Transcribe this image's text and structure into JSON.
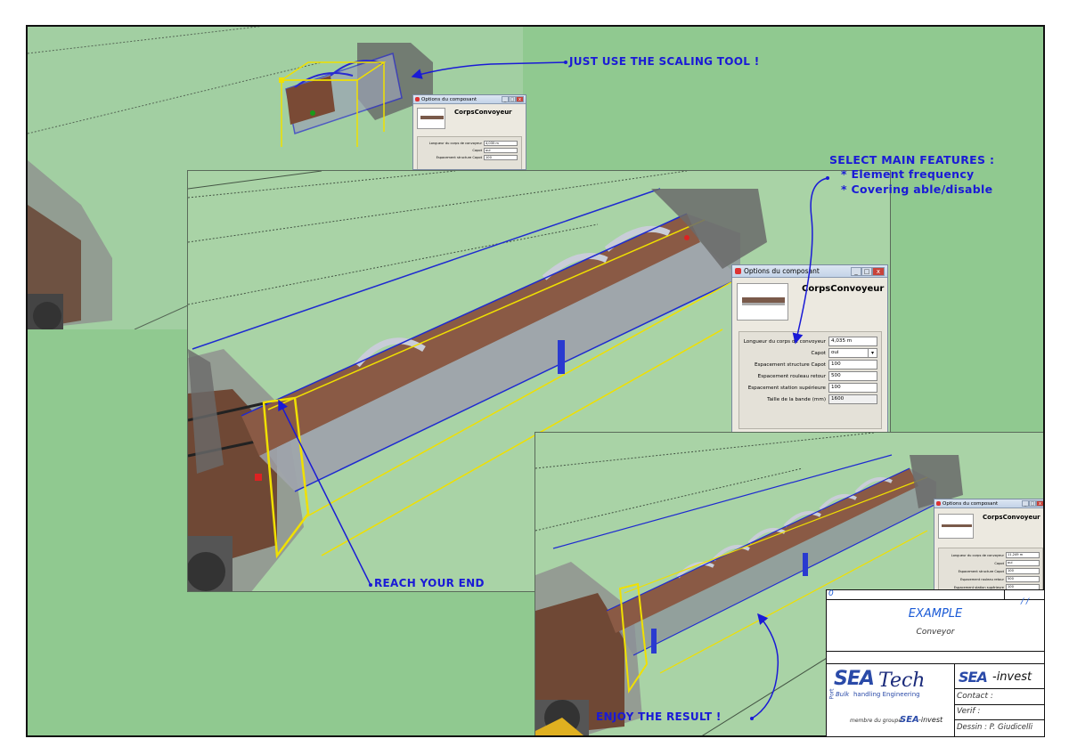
{
  "callouts": {
    "scaling": "JUST USE THE SCALING TOOL !",
    "features_title": "SELECT MAIN FEATURES :",
    "feature_1": "* Element frequency",
    "feature_2": "* Covering able/disable",
    "reach": "REACH YOUR END",
    "enjoy": "ENJOY THE RESULT !"
  },
  "dialog": {
    "title": "Options du composant",
    "component": "CorpsConvoyeur",
    "fields": [
      {
        "label": "Longueur du corps de convoyeur",
        "value": "4,035 m"
      },
      {
        "label": "Capot",
        "value": "oui",
        "select": true
      },
      {
        "label": "Espacement structure Capot",
        "value": "100"
      },
      {
        "label": "Espacement rouleau retour",
        "value": "500"
      },
      {
        "label": "Espacement station supérieure",
        "value": "100"
      },
      {
        "label": "Taille de la bande (mm)",
        "value": "1600",
        "readonly": true
      }
    ]
  },
  "dialog_small_top": {
    "title": "Options du composant",
    "component": "CorpsConvoyeur",
    "fields": [
      {
        "label": "Longueur du corps de convoyeur",
        "value": "4,035 m"
      },
      {
        "label": "Capot",
        "value": "oui"
      },
      {
        "label": "Espacement structure Capot",
        "value": "100"
      }
    ]
  },
  "dialog_small_result": {
    "title": "Options du composant",
    "component": "CorpsConvoyeur",
    "fields": [
      {
        "label": "Longueur du corps de convoyeur",
        "value": "11,249 m"
      },
      {
        "label": "Capot",
        "value": "oui"
      },
      {
        "label": "Espacement structure Capot",
        "value": "100"
      },
      {
        "label": "Espacement rouleau retour",
        "value": "500"
      },
      {
        "label": "Espacement station supérieure",
        "value": "100"
      }
    ]
  },
  "cartouche": {
    "index": "0",
    "slashes": "/ /",
    "title": "EXAMPLE",
    "subtitle": "Conveyor",
    "logo_seatech_sea": "SEA",
    "logo_seatech_tech": "Tech",
    "logo_port": "Port",
    "logo_bulk": "Bulk",
    "logo_handling": "handling Engineering",
    "logo_membre": "membre du groupe",
    "logo_group_sea": "SEA",
    "logo_group_invest": "-invest",
    "brand_sea": "SEA",
    "brand_invest": "-invest",
    "contact": "Contact :",
    "verif": "Verif :",
    "dessin": "Dessin : P. Giudicelli"
  },
  "colors": {
    "callout_blue": "#1a1ad6",
    "sheet_green": "#90c990",
    "selection_yellow": "#f0e000",
    "selection_blue": "#1e2ad0",
    "belt_brown": "#8a5a45"
  }
}
